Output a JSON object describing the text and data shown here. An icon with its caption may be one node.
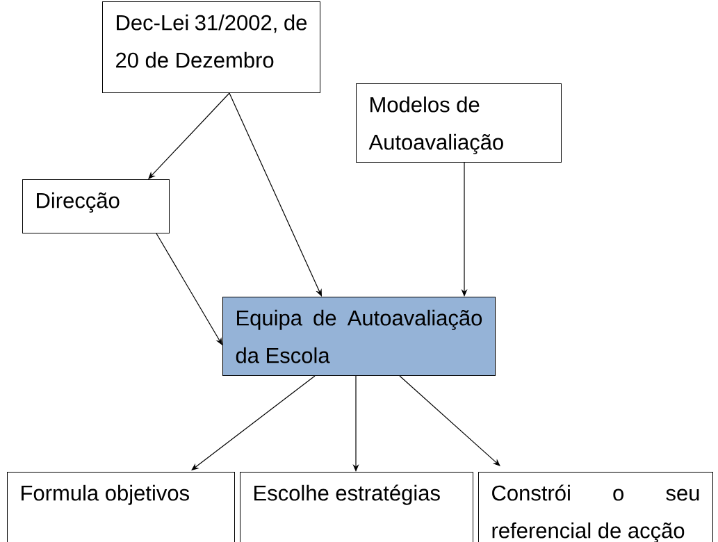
{
  "diagram": {
    "nodes": [
      {
        "text": [
          "Dec-Lei 31/2002, de 20 de Dezembro"
        ]
      },
      {
        "text": [
          "Modelos de Autoavaliação"
        ]
      },
      {
        "text": [
          "Direcção"
        ]
      },
      {
        "text": [
          "Equipa de Autoavaliação da Escola"
        ]
      },
      {
        "text": [
          "Formula objetivos"
        ]
      },
      {
        "text": [
          "Escolhe estratégias"
        ]
      },
      {
        "text": [
          "Constrói o seu referencial de acção"
        ]
      }
    ],
    "edges": [
      {
        "from": 0,
        "to": 2,
        "arrow": "to"
      },
      {
        "from": 0,
        "to": 3,
        "arrow": "to"
      },
      {
        "from": 1,
        "to": 3,
        "arrow": "to"
      },
      {
        "from": 2,
        "to": 3,
        "arrow": "to"
      },
      {
        "from": 3,
        "to": 4,
        "arrow": "to"
      },
      {
        "from": 3,
        "to": 5,
        "arrow": "to"
      },
      {
        "from": 3,
        "to": 6,
        "arrow": "to"
      }
    ]
  }
}
